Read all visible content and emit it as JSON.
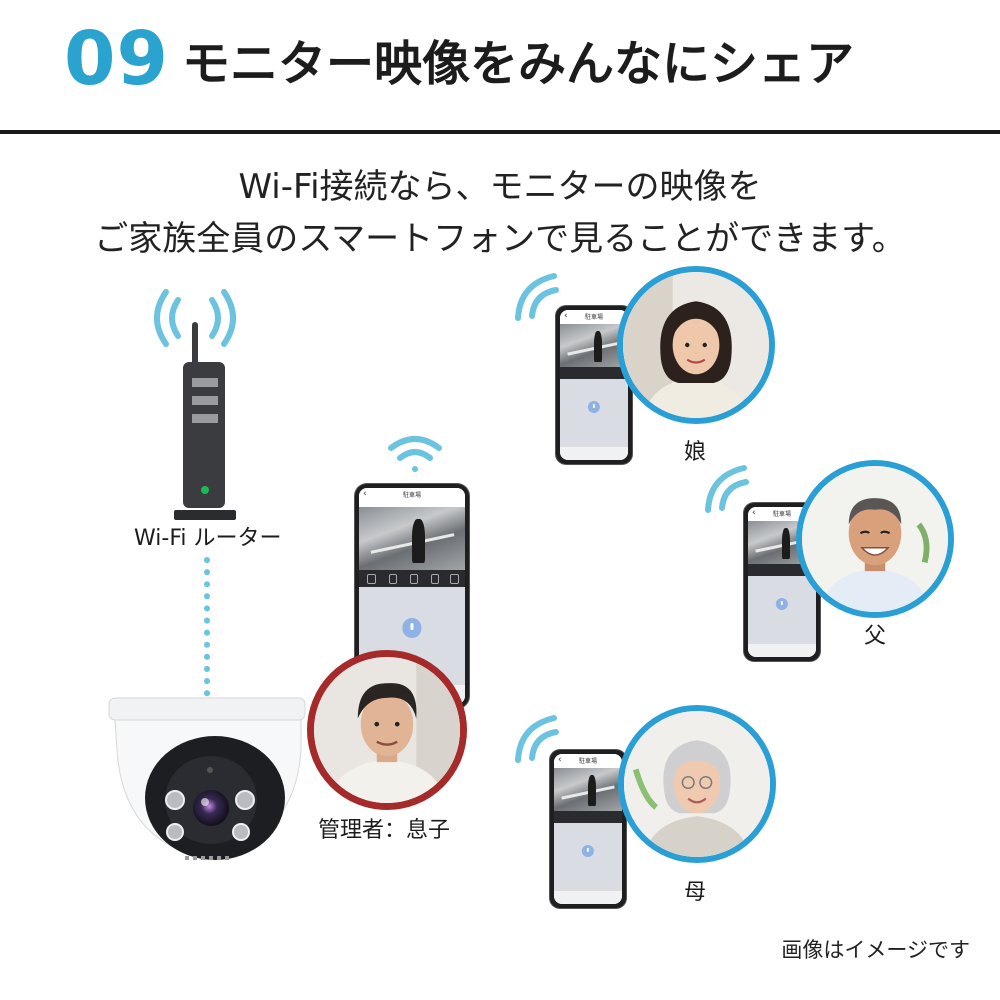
{
  "header": {
    "number": "09",
    "title": "モニター映像をみんなにシェア"
  },
  "intro": {
    "line1": "Wi-Fi接続なら、モニターの映像を",
    "line2": "ご家族全員のスマートフォンで見ることができます。"
  },
  "router": {
    "label": "Wi-Fi ルーター",
    "icon": "wifi-router-icon"
  },
  "camera": {
    "icon": "dome-camera-icon"
  },
  "phone_app": {
    "back": "‹",
    "title": "駐車場"
  },
  "people": [
    {
      "id": "son",
      "label": "管理者：息子"
    },
    {
      "id": "daughter",
      "label": "娘"
    },
    {
      "id": "father",
      "label": "父"
    },
    {
      "id": "mother",
      "label": "母"
    }
  ],
  "note": "画像はイメージです",
  "colors": {
    "accent_blue": "#2aa3cf",
    "wifi_waves": "#6cc3e0",
    "family_ring": "#2a9fd6",
    "admin_ring": "#a52a2a",
    "router_dark": "#3b3c40",
    "router_led": "#1db954"
  }
}
